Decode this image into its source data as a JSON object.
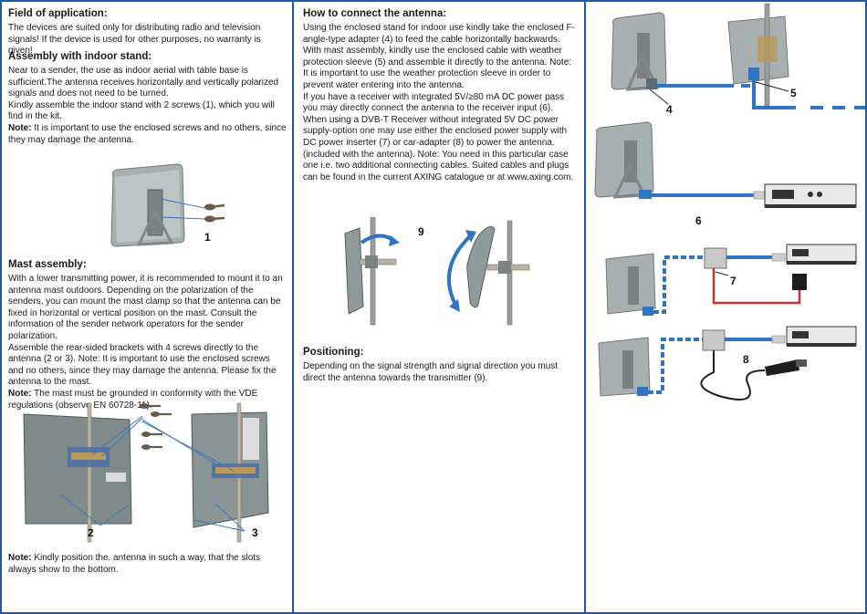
{
  "col1": {
    "s1_title": "Field of application:",
    "s1_text": "The devices are suited only for distributing radio and television signals! If the device is used for other purposes, no warranty is given!",
    "s2_title": "Assembly with indoor stand:",
    "s2_p1": "Near to a sender, the use as indoor aerial with table base is sufficient.The antenna receives horizontally and vertically polarized signals and does not need to be turned.",
    "s2_p2": "Kindly assemble the indoor stand with 2 screws (1), which you will find in the kit.",
    "s2_note_label": "Note:",
    "s2_note_text": " It is important to use the enclosed screws and no others, since they may damage the antenna.",
    "fig1_label": "1",
    "s3_title": "Mast assembly:",
    "s3_p1": "With a lower transmitting power, it is recommended to mount it to an antenna mast outdoors. Depending on the polarization of the senders, you can mount the mast clamp so that the antenna can be fixed in horizontal or vertical position on the mast. Consult the information of the sender network operators for the sender polarization.",
    "s3_p2": "Assemble the rear-sided brackets with 4 screws directly to the antenna (2 or 3). Note: It is important to use the enclosed screws and no others, since they may damage the antenna. Please fix the antenna to the mast.",
    "s3_note_label": "Note:",
    "s3_note_text": " The mast must be grounded in conformity with the VDE regulations (observe EN 60728-11).",
    "fig2_label": "2",
    "fig3_label": "3",
    "s4_note_label": "Note:",
    "s4_note_text": " Kindly position the. antenna in such a way, that the slots always show to the bottom."
  },
  "col2": {
    "s1_title": "How to connect the antenna:",
    "s1_p1": "Using the enclosed stand for indoor use kindly take the enclosed F-angle-type adapter (4) to feed the cable horizontally backwards.",
    "s1_p2": "With mast assembly, kindly use the enclosed cable with weather protection sleeve (5) and assemble it directly to the antenna. Note: It is important to use the weather protection sleeve in order to prevent water entering into the antenna.",
    "s1_p3": "If you have a receiver with integrated 5V/≥80 mA DC power pass you may directly connect the antenna to the receiver input (6).",
    "s1_p4": "When using a DVB-T Receiver without integrated 5V DC power supply-option one may use either the enclosed power supply with DC power inserter (7) or car-adapter (8) to power the antenna. (included with the antenna). Note: You need in this particular case one i.e. two additional connecting cables. Suited cables and plugs can be found in the current AXING catalogue or at www.axing.com.",
    "fig9_label": "9",
    "s2_title": "Positioning:",
    "s2_text": "Depending on the signal strength and signal direction you must direct the antenna towards the transmitter (9)."
  },
  "col3": {
    "fig4_label": "4",
    "fig5_label": "5",
    "fig6_label": "6",
    "fig7_label": "7",
    "fig8_label": "8"
  }
}
